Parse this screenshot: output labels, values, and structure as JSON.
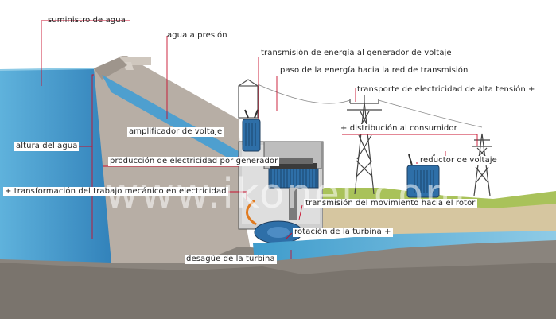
{
  "labels": {
    "water_supply": "suministro de agua",
    "water_pressure": "agua a presión",
    "energy_to_generator": "transmisión de energía al generador de voltaje",
    "energy_to_network": "paso de la energía hacia la red de transmisión",
    "high_voltage_transport": "transporte de electricidad de alta tensión +",
    "voltage_amplifier": "amplificador de voltaje",
    "consumer_distribution": "+ distribución al consumidor",
    "water_height": "altura del agua",
    "electricity_production": "producción de electricidad por generador",
    "voltage_reducer": "reductor de voltaje",
    "mechanical_to_electric": "+ transformación del trabajo mecánico en electricidad",
    "movement_to_rotor": "transmisión del movimiento hacia el rotor",
    "turbine_rotation": "rotación de la turbina +",
    "turbine_drain": "desagüe de la turbina"
  },
  "watermark": "www.ikonet.com",
  "colors": {
    "leader_line": "#c8102e",
    "water": "#4da3cf",
    "dam": "#b9b0a6",
    "rock": "#8d8780",
    "ground": "#d9c9a3",
    "grass": "#a9c25a",
    "equipment": "#2e6fa8"
  }
}
